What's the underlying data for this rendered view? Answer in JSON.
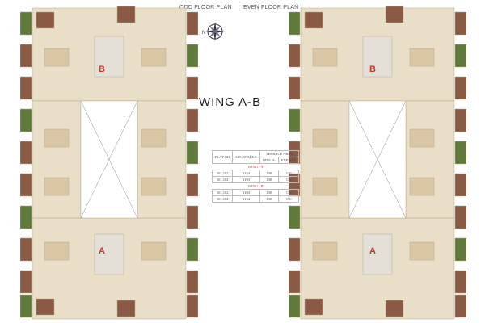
{
  "headers": {
    "odd": "ODD FLOOR PLAN",
    "even": "EVEN FLOOR PLAN"
  },
  "title": "WING A-B",
  "compass": {
    "label": "N",
    "icon": "compass-rose-icon"
  },
  "plans": [
    {
      "top_label": "B",
      "bottom_label": "A"
    },
    {
      "top_label": "B",
      "bottom_label": "A"
    }
  ],
  "area_table": {
    "columns": [
      "FLAT NO",
      "S.B.UP AREA",
      "TERRACE AREA"
    ],
    "sub_columns": [
      "ODD FL",
      "EVEN FL"
    ],
    "groups": [
      {
        "wing": "WING - A",
        "rows": [
          [
            "101,102",
            "1154",
            "130",
            "130"
          ],
          [
            "101,104",
            "1193",
            "130",
            "130"
          ]
        ]
      },
      {
        "wing": "WING - B",
        "rows": [
          [
            "101,102",
            "1183",
            "130",
            "130"
          ],
          [
            "101,104",
            "1154",
            "130",
            "130"
          ]
        ]
      }
    ]
  },
  "colors": {
    "floor": "#e9dfc8",
    "room": "#8a5a44",
    "garden": "#5f7a3a",
    "label": "#c0392b"
  }
}
